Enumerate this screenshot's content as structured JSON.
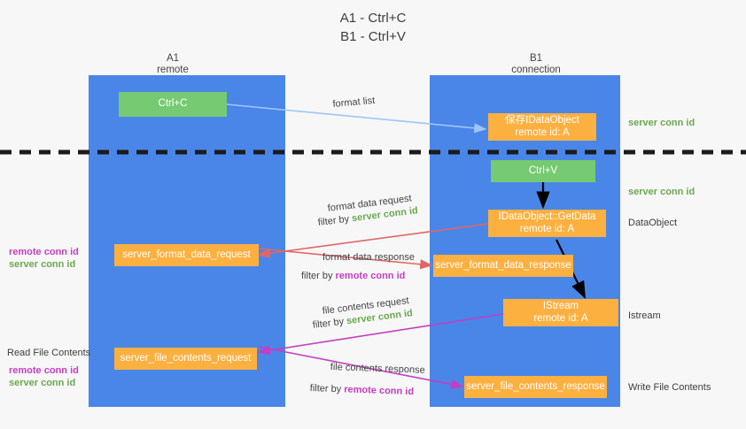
{
  "title": "A1 - Ctrl+C\nB1 - Ctrl+V",
  "colors": {
    "lane": "#4a86e8",
    "green_node": "#76ca72",
    "orange_node": "#fcb040",
    "server_conn": "#6aa84f",
    "remote_conn": "#c23fc2",
    "arrow_blue": "#9fc5f8",
    "arrow_red": "#e06666",
    "arrow_magenta": "#c23fc2",
    "arrow_black": "#000000",
    "background": "#f7f7f7"
  },
  "columns": [
    {
      "name": "A1",
      "sub": "remote"
    },
    {
      "name": "B1",
      "sub": "connection"
    }
  ],
  "nodes": [
    {
      "id": "ctrl-c",
      "text": "Ctrl+C"
    },
    {
      "id": "save-idataobject",
      "text": "保存IDataObject\nremote id: A"
    },
    {
      "id": "ctrl-v",
      "text": "Ctrl+V"
    },
    {
      "id": "idataobject-getdata",
      "text": "IDataObject::GetData\nremote id: A"
    },
    {
      "id": "server-format-data-request",
      "text": "server_format_data_request"
    },
    {
      "id": "server-format-data-response",
      "text": "server_format_data_response"
    },
    {
      "id": "istream",
      "text": "IStream\nremote id: A"
    },
    {
      "id": "server-file-contents-request",
      "text": "server_file_contents_request"
    },
    {
      "id": "server-file-contents-response",
      "text": "server_file_contents_response"
    }
  ],
  "edge_labels": {
    "format_list": "format list",
    "format_data_request": "format data request",
    "format_data_request_filter_prefix": "filter by ",
    "format_data_request_filter_key": "server conn id",
    "format_data_response": "format data response",
    "format_data_response_filter_prefix": "filter by ",
    "format_data_response_filter_key": "remote conn id",
    "file_contents_request": "file contents request",
    "file_contents_request_filter_prefix": "filter by ",
    "file_contents_request_filter_key": "server conn id",
    "file_contents_response": "file contents response",
    "file_contents_response_filter_prefix": "filter by ",
    "file_contents_response_filter_key": "remote conn id"
  },
  "right_annotations": [
    {
      "id": "server-conn-id-top",
      "text": "server conn id",
      "kind": "green"
    },
    {
      "id": "server-conn-id-second",
      "text": "server conn id",
      "kind": "green"
    },
    {
      "id": "dataobject",
      "text": "DataObject",
      "kind": "dark"
    },
    {
      "id": "istream-label",
      "text": "Istream",
      "kind": "dark"
    },
    {
      "id": "write-file-contents",
      "text": "Write File Contents",
      "kind": "dark"
    }
  ],
  "left_annotations": [
    {
      "id": "left-conn-ids-upper",
      "remote": "remote conn id",
      "server": "server conn id"
    },
    {
      "id": "read-file-contents",
      "text": "Read File Contents"
    },
    {
      "id": "left-conn-ids-lower",
      "remote": "remote conn id",
      "server": "server conn id"
    }
  ]
}
